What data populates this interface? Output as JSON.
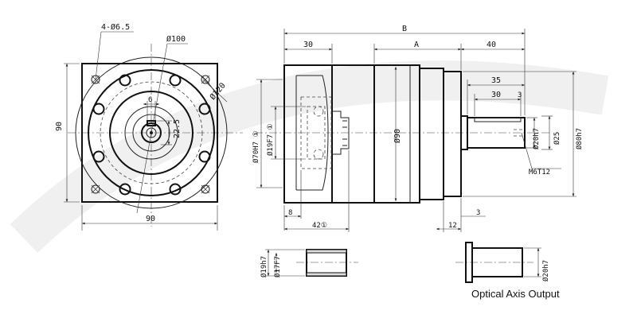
{
  "front_view": {
    "hole_callout": "4-Ø6.5",
    "pcd_dim": "Ø100",
    "flange_dim": "Ø120",
    "key_width": "6",
    "key_height": "22.5",
    "height_dim": "90",
    "width_dim": "90"
  },
  "side_view": {
    "overall_length": "B",
    "body_length": "A",
    "input_length": "30",
    "output_length": "40",
    "shaft_length": "35",
    "key_length": "30",
    "key_offset": "3",
    "bore_dim": "Ø70H7",
    "bore_mark": "①",
    "input_dim": "Ø19F7",
    "input_mark": "①",
    "body_dia": "Ø90",
    "shaft_dia": "Ø20h7",
    "shoulder_dia": "Ø25",
    "spigot_dia": "Ø80h7",
    "thread": "M6",
    "thread_depth": "T12",
    "input_depth": "8",
    "input_total": "42",
    "input_total_mark": "①",
    "flange_thk": "12",
    "spigot_len": "3"
  },
  "sleeve_detail": {
    "outer_dia": "Ø19h7",
    "inner_dia": "Ø17F7"
  },
  "optical_detail": {
    "shaft_dia": "Ø20h7",
    "caption": "Optical Axis Output"
  }
}
